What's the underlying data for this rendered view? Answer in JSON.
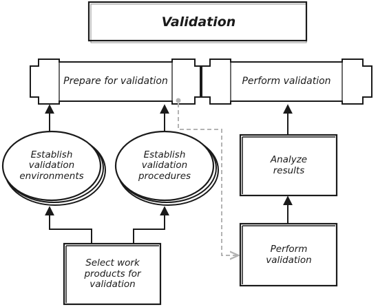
{
  "diagram": {
    "title": "Validation",
    "prepare": "Prepare for validation",
    "perform_top": "Perform validation",
    "establish_env": "Establish\nvalidation\nenvironments",
    "establish_proc": "Establish\nvalidation\nprocedures",
    "select": "Select work\nproducts for\nvalidation",
    "analyze": "Analyze\nresults",
    "perform_box": "Perform\nvalidation"
  },
  "colors": {
    "ink": "#1a1a1a",
    "dashed_connector": "#b3b3b3"
  }
}
